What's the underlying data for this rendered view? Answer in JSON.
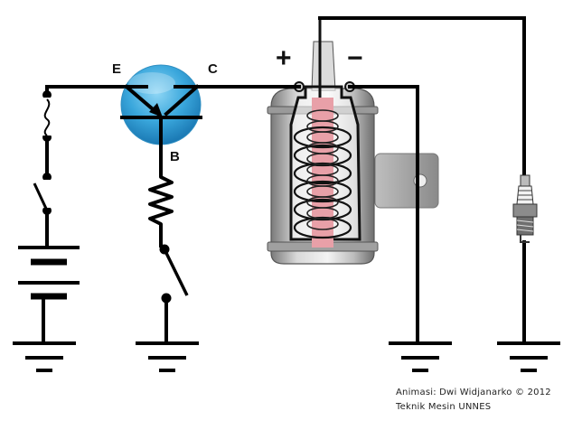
{
  "transistor": {
    "emitter_label": "E",
    "collector_label": "C",
    "base_label": "B",
    "body_color": "#3aa7dc"
  },
  "coil": {
    "positive_label": "+",
    "negative_label": "−",
    "primary_color": "#e8a0a8"
  },
  "credits": {
    "line1": "Animasi: Dwi Widjanarko © 2012",
    "line2": "Teknik Mesin UNNES"
  },
  "icons": [
    "battery-icon",
    "fuse-icon",
    "ignition-switch-icon",
    "resistor-icon",
    "contact-breaker-icon",
    "ground-icon",
    "spark-plug-icon",
    "ignition-coil-icon",
    "transistor-icon"
  ]
}
